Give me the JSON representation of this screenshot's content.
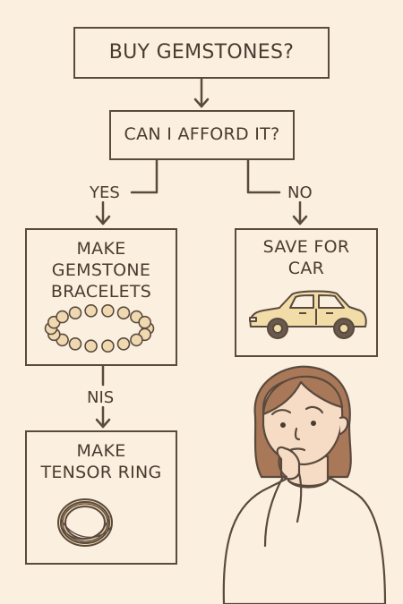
{
  "nodes": {
    "top": "BUY GEMSTONES?",
    "question": "CAN I AFFORD IT?",
    "bracelets": "MAKE\nGEMSTONE\nBRACELETS",
    "car": "SAVE FOR\nCAR",
    "ring": "MAKE\nTENSOR RING"
  },
  "edges": {
    "yes": "YES",
    "no": "NO",
    "nis": "NIS"
  },
  "colors": {
    "background": "#fbefe0",
    "stroke": "#5a4a3e",
    "bead": "#f0d9b0",
    "car": "#f2dca8",
    "hair": "#a97858",
    "skin": "#f6dcc4"
  },
  "icons": [
    "bead-bracelet-icon",
    "car-icon",
    "tensor-ring-icon",
    "thinking-woman-illustration"
  ]
}
